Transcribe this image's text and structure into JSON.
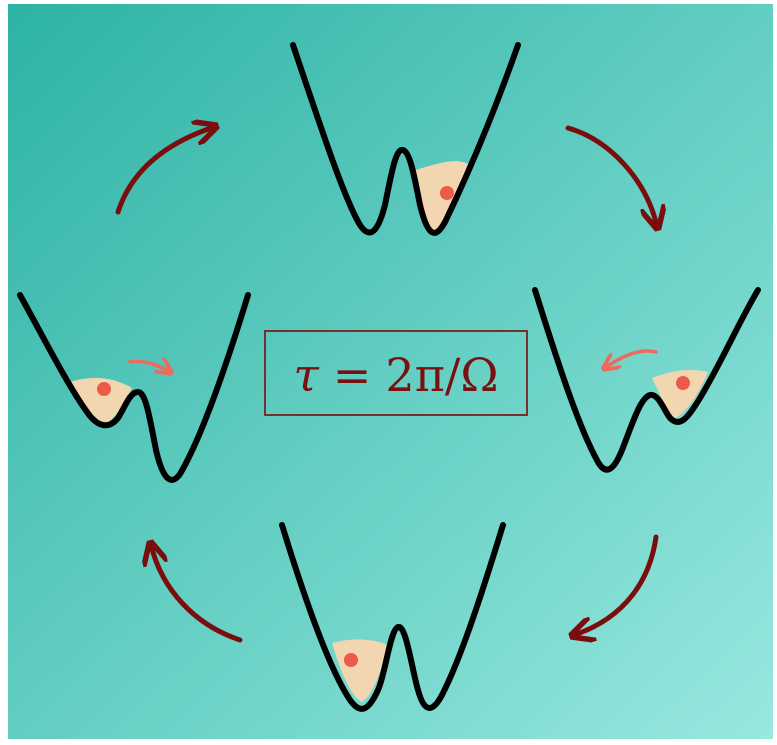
{
  "formula": {
    "lhs": "τ",
    "operator": "=",
    "rhs": "2π/Ω"
  },
  "colors": {
    "background_start": "#2db3a4",
    "background_end": "#98e8df",
    "curve": "#000000",
    "particle": "#ee5a4a",
    "fill_region": "#f2d6b0",
    "arrow_cycle": "#7a0d0d",
    "arrow_motion": "#ef6a5a",
    "box_border": "#7a1f1f",
    "formula_text": "#7a1010"
  },
  "panels": [
    {
      "name": "top",
      "particle_well": "right"
    },
    {
      "name": "right",
      "particle_well": "right",
      "moving": "left"
    },
    {
      "name": "bottom",
      "particle_well": "left"
    },
    {
      "name": "left",
      "particle_well": "left",
      "moving": "right"
    }
  ],
  "cycle_direction": "clockwise"
}
